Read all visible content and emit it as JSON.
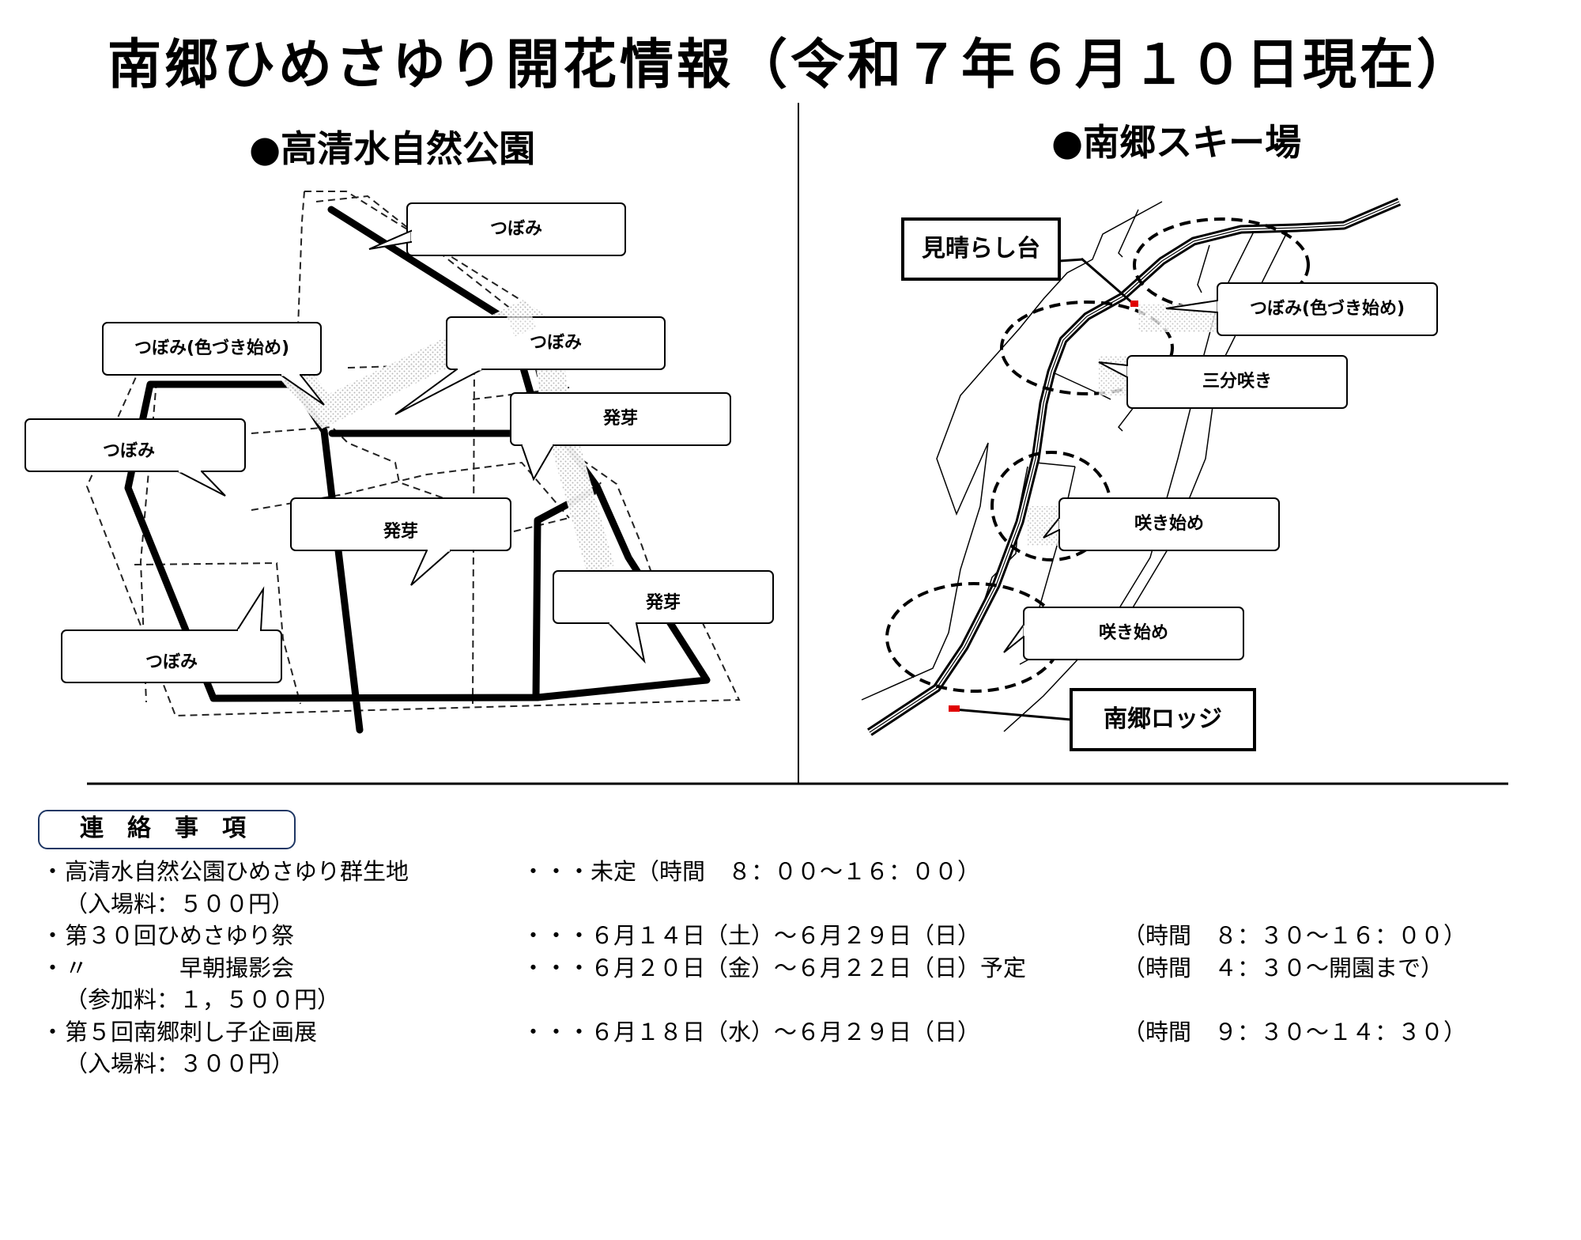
{
  "title": "南郷ひめさゆり開花情報（令和７年６月１０日現在）",
  "left_map": {
    "heading": "●高清水自然公園",
    "bubbles": [
      "つぼみ",
      "つぼみ(色づき始め)",
      "つぼみ",
      "つぼみ",
      "発芽",
      "発芽",
      "発芽",
      "つぼみ"
    ]
  },
  "right_map": {
    "heading": "●南郷スキー場",
    "lookout_label": "見晴らし台",
    "lodge_label": "南郷ロッジ",
    "bubbles": [
      "つぼみ(色づき始め)",
      "三分咲き",
      "咲き始め",
      "咲き始め"
    ]
  },
  "notice": {
    "header": "連絡事項",
    "lines": [
      {
        "bullet": "・",
        "left": "高清水自然公園ひめさゆり群生地",
        "mid": "・・・未定（時間　８：００～１６：００）",
        "right": ""
      },
      {
        "bullet": "",
        "left": "（入場料：５００円）",
        "mid": "",
        "right": ""
      },
      {
        "bullet": "・",
        "left": "第３０回ひめさゆり祭",
        "mid": "・・・６月１４日（土）～６月２９日（日）",
        "right": "（時間　８：３０～１６：００）"
      },
      {
        "bullet": "・",
        "left": "〃　　　　早朝撮影会",
        "mid": "・・・６月２０日（金）～６月２２日（日）予定",
        "right": "（時間　４：３０～開園まで）"
      },
      {
        "bullet": "",
        "left": "（参加料：１，５００円）",
        "mid": "",
        "right": ""
      },
      {
        "bullet": "・",
        "left": "第５回南郷刺し子企画展",
        "mid": "・・・６月１８日（水）～６月２９日（日）",
        "right": "（時間　９：３０～１４：３０）"
      },
      {
        "bullet": "",
        "left": "（入場料：３００円）",
        "mid": "",
        "right": ""
      }
    ]
  }
}
